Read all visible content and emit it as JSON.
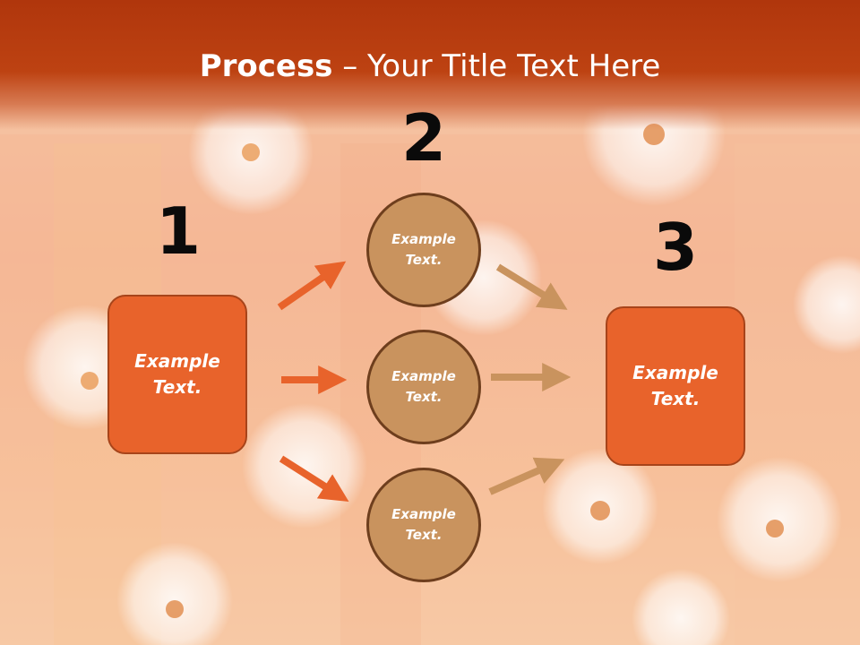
{
  "slide": {
    "title_bold": "Process",
    "title_rest": " – Your Title Text Here",
    "steps": [
      "1",
      "2",
      "3"
    ],
    "left_box": "Example\nText.",
    "right_box": "Example\nText.",
    "circles": [
      "Example\nText.",
      "Example\nText.",
      "Example\nText."
    ],
    "colors": {
      "header": "#b83c0e",
      "box_fill": "#e8632b",
      "circle_fill": "#c9935e",
      "arrow_orange": "#e8632b",
      "arrow_tan": "#c9935e"
    }
  }
}
